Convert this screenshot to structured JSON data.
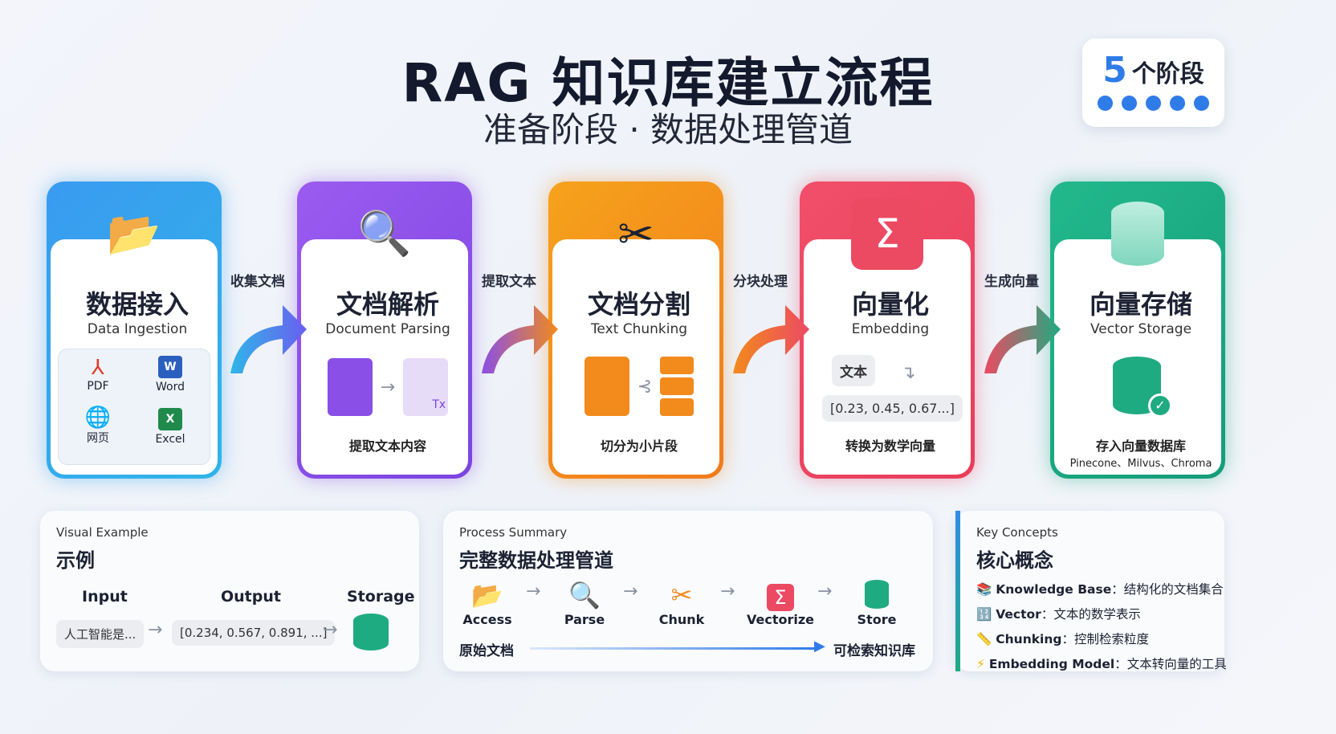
{
  "header": {
    "title": "RAG 知识库建立流程",
    "subtitle": "准备阶段 · 数据处理管道"
  },
  "badge": {
    "count": "5",
    "label": "个阶段",
    "dots": 5
  },
  "stages": [
    {
      "zh": "数据接入",
      "en": "Data Ingestion",
      "color": "#2f8de8",
      "files": [
        {
          "label": "PDF",
          "icon": "pdf-icon"
        },
        {
          "label": "Word",
          "icon": "word-icon"
        },
        {
          "label": "网页",
          "icon": "globe-icon"
        },
        {
          "label": "Excel",
          "icon": "excel-icon"
        }
      ]
    },
    {
      "zh": "文档解析",
      "en": "Document Parsing",
      "color": "#8a4fe6",
      "caption": "提取文本内容"
    },
    {
      "zh": "文档分割",
      "en": "Text Chunking",
      "color": "#f28a1c",
      "caption": "切分为小片段"
    },
    {
      "zh": "向量化",
      "en": "Embedding",
      "color": "#ec4a63",
      "caption": "转换为数学向量",
      "text_chip": "文本",
      "vector": "[0.23, 0.45, 0.67...]"
    },
    {
      "zh": "向量存储",
      "en": "Vector Storage",
      "color": "#1fab82",
      "caption": "存入向量数据库",
      "sub": "Pinecone、Milvus、Chroma"
    }
  ],
  "arrows": [
    "收集文档",
    "提取文本",
    "分块处理",
    "生成向量"
  ],
  "example": {
    "en": "Visual Example",
    "zh": "示例",
    "cols": [
      "Input",
      "Output",
      "Storage"
    ],
    "input": "人工智能是...",
    "output": "[0.234, 0.567, 0.891, ...]"
  },
  "summary": {
    "en": "Process Summary",
    "zh": "完整数据处理管道",
    "steps": [
      "Access",
      "Parse",
      "Chunk",
      "Vectorize",
      "Store"
    ],
    "from": "原始文档",
    "to": "可检索知识库"
  },
  "concepts": {
    "en": "Key Concepts",
    "zh": "核心概念",
    "items": [
      {
        "term": "Knowledge Base",
        "desc": "：结构化的文档集合",
        "icon": "books-icon"
      },
      {
        "term": "Vector",
        "desc": "：文本的数学表示",
        "icon": "vector-icon"
      },
      {
        "term": "Chunking",
        "desc": "：控制检索粒度",
        "icon": "ruler-icon"
      },
      {
        "term": "Embedding Model",
        "desc": "：文本转向量的工具",
        "icon": "lightning-icon"
      }
    ]
  }
}
